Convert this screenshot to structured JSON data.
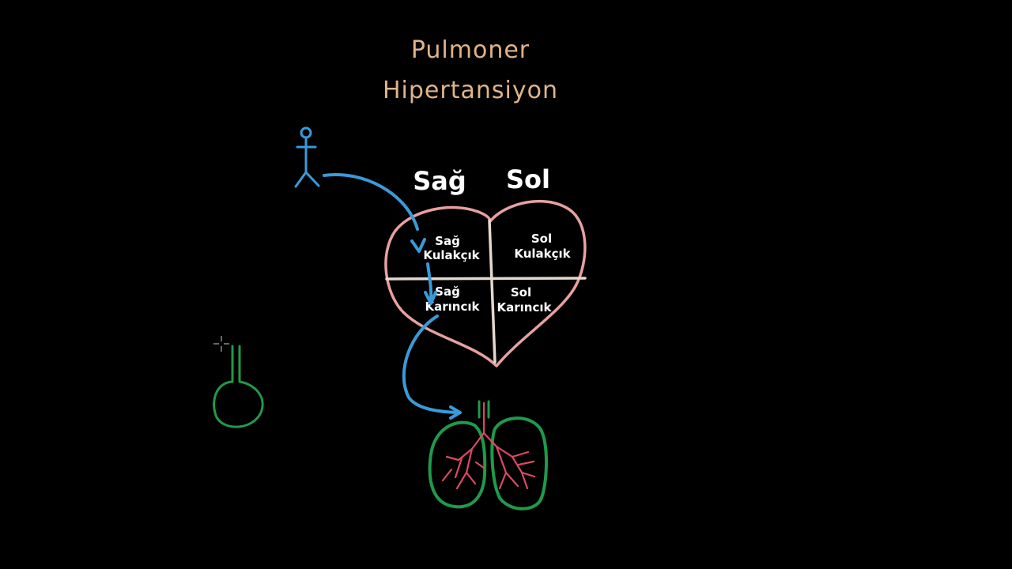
{
  "title": {
    "line1": "Pulmoner",
    "line2": "Hipertansiyon"
  },
  "sides": {
    "right": "Sağ",
    "left": "Sol"
  },
  "chambers": {
    "right_atrium": {
      "line1": "Sağ",
      "line2": "Kulakçık"
    },
    "left_atrium": {
      "line1": "Sol",
      "line2": "Kulakçık"
    },
    "right_ventricle": {
      "line1": "Sağ",
      "line2": "Karıncık"
    },
    "left_ventricle": {
      "line1": "Sol",
      "line2": "Karıncık"
    }
  },
  "colors": {
    "background": "#000000",
    "title": "#e0b488",
    "labels": "#ffffff",
    "heart": "#e8a0a0",
    "heart_dividers": "#e4d8cc",
    "blood_flow": "#3a9ad9",
    "lungs": "#1f9a4a",
    "vessels": "#d94a62"
  }
}
